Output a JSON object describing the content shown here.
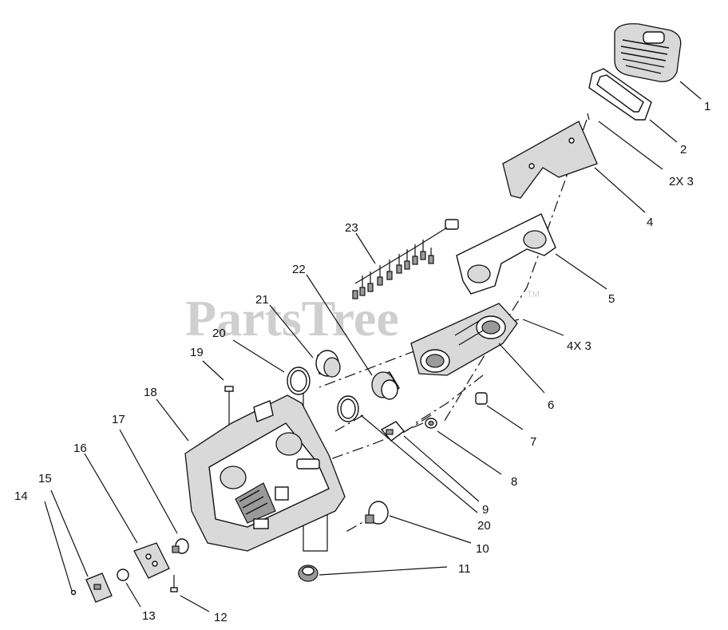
{
  "watermark": {
    "text": "PartsTree",
    "tm": "TM"
  },
  "callouts": [
    {
      "id": "c1",
      "text": "1"
    },
    {
      "id": "c2",
      "text": "2"
    },
    {
      "id": "c3",
      "text": "2X 3"
    },
    {
      "id": "c4",
      "text": "4"
    },
    {
      "id": "c5",
      "text": "5"
    },
    {
      "id": "c6",
      "text": "6"
    },
    {
      "id": "c7",
      "text": "7"
    },
    {
      "id": "c8",
      "text": "8"
    },
    {
      "id": "c9",
      "text": "9"
    },
    {
      "id": "c10",
      "text": "10"
    },
    {
      "id": "c11",
      "text": "11"
    },
    {
      "id": "c12",
      "text": "12"
    },
    {
      "id": "c13",
      "text": "13"
    },
    {
      "id": "c14",
      "text": "14"
    },
    {
      "id": "c15",
      "text": "15"
    },
    {
      "id": "c16",
      "text": "16"
    },
    {
      "id": "c17",
      "text": "17"
    },
    {
      "id": "c18",
      "text": "18"
    },
    {
      "id": "c19",
      "text": "19"
    },
    {
      "id": "c20a",
      "text": "20"
    },
    {
      "id": "c20b",
      "text": "20"
    },
    {
      "id": "c21",
      "text": "21"
    },
    {
      "id": "c22",
      "text": "22"
    },
    {
      "id": "c23",
      "text": "23"
    },
    {
      "id": "c4x3",
      "text": "4X 3"
    }
  ]
}
